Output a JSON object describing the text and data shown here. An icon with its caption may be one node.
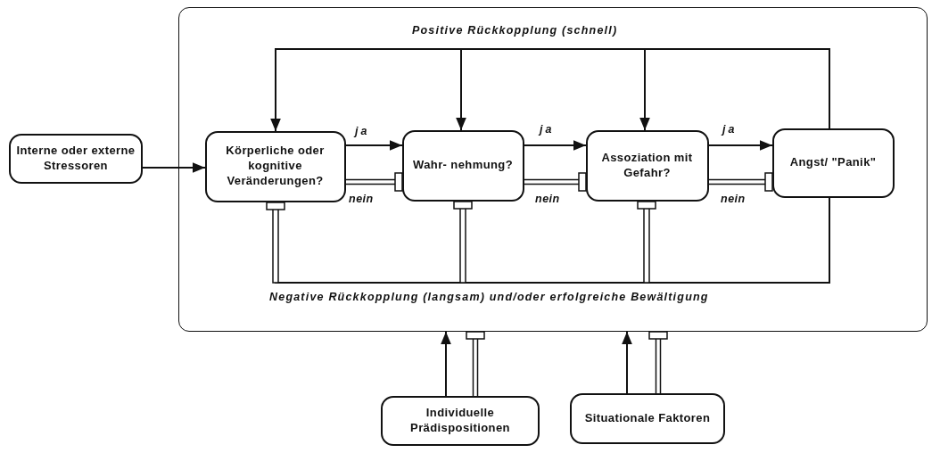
{
  "diagram": {
    "nodes": [
      {
        "text": [],
        "shape": "box"
      },
      {
        "text": [
          "Interne oder externe Stressoren"
        ]
      },
      {
        "text": [
          "Körperliche oder kognitive Veränderungen?"
        ],
        "in": 0
      },
      {
        "text": [
          "Wahr- nehmung?"
        ],
        "in": 0
      },
      {
        "text": [
          "Assoziation mit Gefahr?"
        ],
        "in": 0
      },
      {
        "text": [
          "Angst/ \"Panik\""
        ],
        "in": 0
      },
      {
        "text": [
          "Individuelle Prädispositionen"
        ]
      },
      {
        "text": [
          "Situationale Faktoren"
        ]
      }
    ],
    "edges": [
      {
        "from": 1,
        "to": 2,
        "arrow": "to"
      },
      {
        "from": 2,
        "to": 3,
        "arrow": "to",
        "label": "ja"
      },
      {
        "from": 3,
        "to": 4,
        "arrow": "to",
        "label": "ja"
      },
      {
        "from": 4,
        "to": 5,
        "arrow": "to",
        "label": "ja"
      },
      {
        "from": 2,
        "to": 3,
        "arrow": "other",
        "label": "nein"
      },
      {
        "from": 3,
        "to": 4,
        "arrow": "other",
        "label": "nein"
      },
      {
        "from": 4,
        "to": 5,
        "arrow": "other",
        "label": "nein"
      },
      {
        "from": 5,
        "to": 2,
        "arrow": "to"
      },
      {
        "from": 5,
        "to": 3,
        "arrow": "to"
      },
      {
        "from": 5,
        "to": 4,
        "arrow": "to"
      },
      {
        "from": 5,
        "to": 2,
        "arrow": "other"
      },
      {
        "from": 5,
        "to": 3,
        "arrow": "other"
      },
      {
        "from": 5,
        "to": 4,
        "arrow": "other"
      },
      {
        "from": 6,
        "to": 0,
        "arrow": "to"
      },
      {
        "from": 6,
        "to": 0,
        "arrow": "other"
      },
      {
        "from": 7,
        "to": 0,
        "arrow": "to"
      },
      {
        "from": 7,
        "to": 0,
        "arrow": "other"
      }
    ],
    "labels": [
      "Positive Rückkopplung (schnell)",
      "Negative Rückkopplung (langsam) und/oder erfolgreiche Bewältigung"
    ]
  }
}
